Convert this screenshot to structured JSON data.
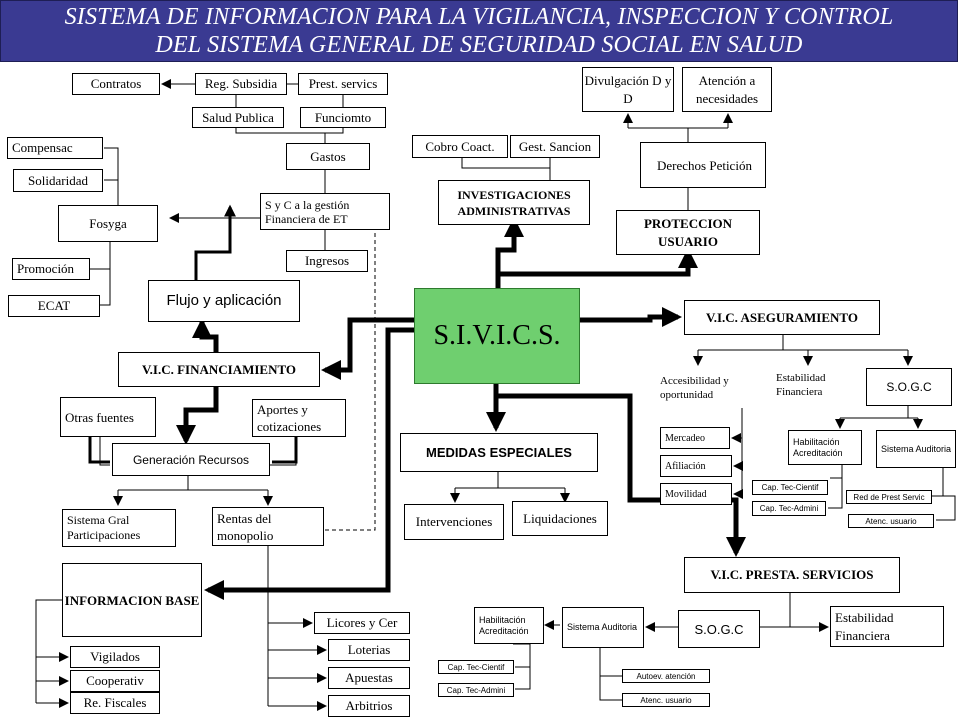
{
  "title": {
    "line1": "SISTEMA DE INFORMACION PARA LA VIGILANCIA, INSPECCION Y CONTROL",
    "line2": "DEL SISTEMA GENERAL DE SEGURIDAD SOCIAL EN SALUD"
  },
  "colors": {
    "banner": "#3a3a92",
    "center_node": "#6fcf6f",
    "lines": "#000000"
  },
  "nodes": {
    "sivics": "S.I.V.I.C.S.",
    "contratos": "Contratos",
    "reg_subsidia": "Reg. Subsidia",
    "prest_servics": "Prest. servics",
    "salud_publica": "Salud Publica",
    "funciomto": "Funciomto",
    "compensac": "Compensac",
    "solidaridad": "Solidaridad",
    "gastos": "Gastos",
    "sycg": "S y C a la gestión Financiera de ET",
    "fosyga": "Fosyga",
    "ingresos": "Ingresos",
    "promocion": "Promoción",
    "ecat": "ECAT",
    "flujo": "Flujo y aplicación",
    "vic_financiamiento": "V.I.C. FINANCIAMIENTO",
    "otras_fuentes": "Otras fuentes",
    "aportes": "Aportes y cotizaciones",
    "generacion": "Generación Recursos",
    "sgp": "Sistema Gral Participaciones",
    "rentas": "Rentas del monopolio",
    "info_base": "INFORMACION BASE",
    "vigilados": "Vigilados",
    "cooperativ": "Cooperativ",
    "re_fiscales": "Re. Fiscales",
    "licores": "Licores y Cer",
    "loterias": "Loterias",
    "apuestas": "Apuestas",
    "arbitrios": "Arbitrios",
    "divulgacion": "Divulgación D y D",
    "atencion": "Atención a necesidades",
    "cobro": "Cobro Coact.",
    "gest_sancion": "Gest. Sancion",
    "derechos": "Derechos Petición",
    "investigaciones": "INVESTIGACIONES ADMINISTRATIVAS",
    "proteccion": "PROTECCION USUARIO",
    "vic_aseguramiento": "V.I.C. ASEGURAMIENTO",
    "accesibilidad": "Accesibilidad y oportunidad",
    "estab_fin_a": "Estabilidad Financiera",
    "sogc_a": "S.O.G.C",
    "mercadeo": "Mercadeo",
    "afiliacion": "Afiliación",
    "movilidad": "Movilidad",
    "habil_a": "Habilitación Acreditación",
    "sist_aud_a": "Sistema Auditoria",
    "cap_tec_cient_a": "Cap. Tec-Cientif",
    "cap_tec_admin_a": "Cap. Tec-Admini",
    "red_prest": "Red de Prest Servic",
    "atenc_usuario_a": "Atenc. usuario",
    "medidas": "MEDIDAS ESPECIALES",
    "intervenciones": "Intervenciones",
    "liquidaciones": "Liquidaciones",
    "vic_presta": "V.I.C. PRESTA. SERVICIOS",
    "habil_b": "Habilitación Acreditación",
    "sist_aud_b": "Sistema Auditoria",
    "sogc_b": "S.O.G.C",
    "estab_fin_b": "Estabilidad Financiera",
    "cap_tec_cient_b": "Cap. Tec-Cientif",
    "cap_tec_admin_b": "Cap. Tec-Admini",
    "autoev": "Autoev. atención",
    "atenc_usuario_b": "Atenc. usuario"
  }
}
